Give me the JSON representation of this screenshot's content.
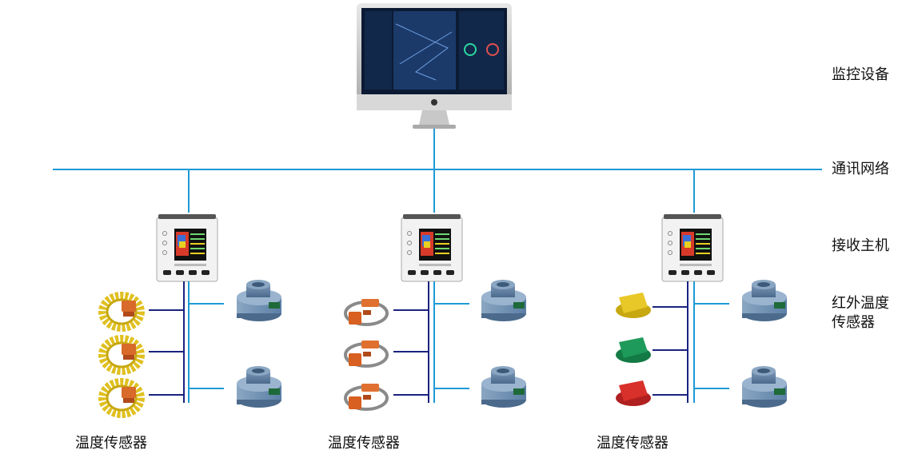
{
  "right_labels": {
    "monitor": "监控设备",
    "network": "通讯网络",
    "receiver": "接收主机",
    "infrared_line1": "红外温度",
    "infrared_line2": "传感器"
  },
  "bottom_labels": [
    "温度传感器",
    "温度传感器",
    "温度传感器"
  ],
  "colors": {
    "network_line": "#1e9ad6",
    "bus_line": "#1a237e",
    "sensor_yellow": "#e0c020",
    "sensor_orange": "#e07030",
    "sensor_green": "#1e9a5a",
    "sensor_red": "#d8302a",
    "ir_sensor": "#5b7fa6"
  },
  "icons": [
    "imac-monitor",
    "receiver-host",
    "cable-temperature-sensor",
    "clamp-temperature-sensor",
    "infrared-temperature-sensor"
  ]
}
